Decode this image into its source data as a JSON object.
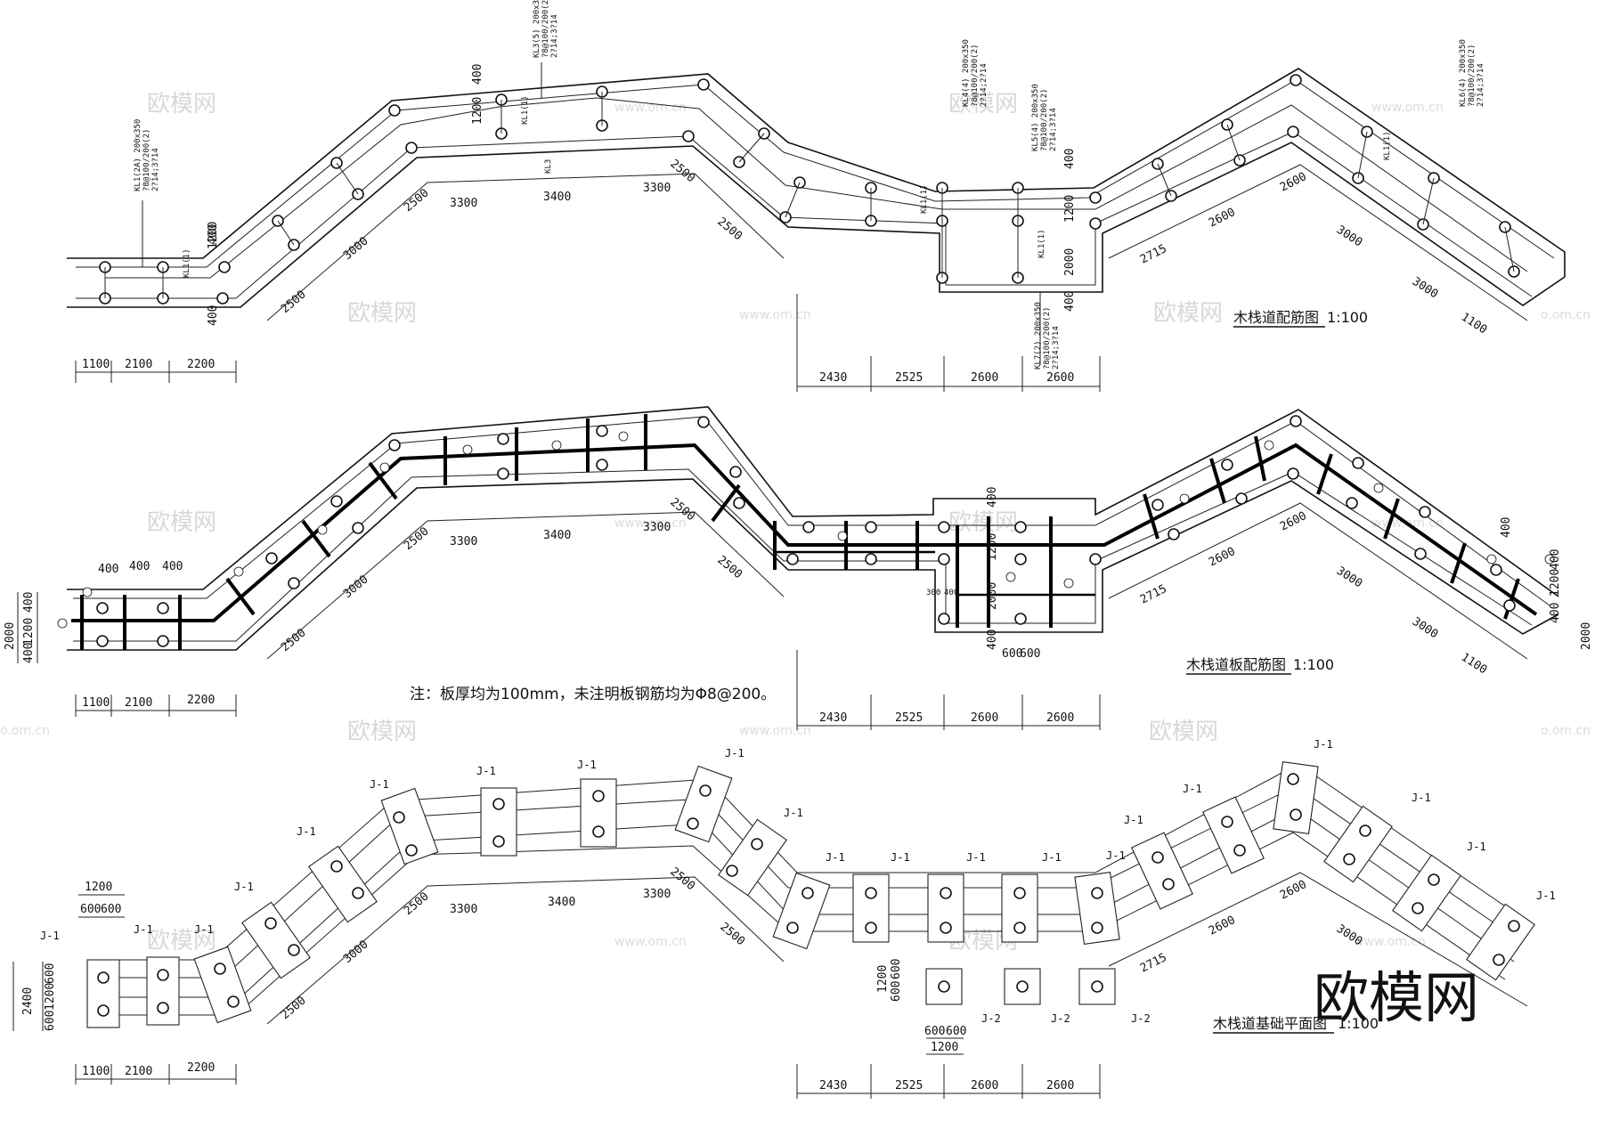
{
  "titles": {
    "beam_plan": "木栈道配筋图",
    "slab_plan": "木栈道板配筋图",
    "foundation_plan": "木栈道基础平面图",
    "scale": "1:100"
  },
  "note": "注：板厚均为100mm，未注明板钢筋均为Φ8@200。",
  "watermarks": {
    "brand": "欧模网",
    "url": "www.om.cn",
    "url_short": "o.om.cn",
    "big": "欧模网"
  },
  "beam_plan": {
    "bottom_dims_left": [
      "1100",
      "2100",
      "2200"
    ],
    "bottom_dims_mid": [
      "2430",
      "2525",
      "2600",
      "2600"
    ],
    "diagonal_dims": [
      "2500",
      "3000",
      "2500",
      "3300",
      "3400",
      "3300",
      "2500",
      "2500",
      "2715",
      "2600",
      "2600",
      "3000",
      "3000",
      "1100"
    ],
    "width_dims": [
      "400",
      "1200",
      "400",
      "2000"
    ],
    "beam_labels": [
      {
        "id": "b1",
        "lines": [
          "KL1(2A) 200x350",
          "?8@100/200(2)",
          "2?14;3?14"
        ]
      },
      {
        "id": "b2",
        "lines": [
          "KL3(5) 200x350",
          "?8@100/200(2)",
          "2?14;3?14"
        ]
      },
      {
        "id": "b3",
        "lines": [
          "KL4(4) 200x350",
          "?8@100/200(2)",
          "2?14;2?14"
        ]
      },
      {
        "id": "b4",
        "lines": [
          "KL5(4) 200x350",
          "?8@100/200(2)",
          "2?14;3?14"
        ]
      },
      {
        "id": "b5",
        "lines": [
          "KL7(2) 200x350",
          "?8@100/200(2)",
          "2?14;3?14"
        ]
      },
      {
        "id": "b6",
        "lines": [
          "KL6(4) 200x350",
          "?8@100/200(2)",
          "2?14;3?14"
        ]
      }
    ],
    "mid_labels": [
      "KL3",
      "KL1(1)",
      "KL1(1)",
      "KL1(1)",
      "KL1(1)",
      "KL1(1)"
    ]
  },
  "slab_plan": {
    "bottom_dims_left": [
      "1100",
      "2100",
      "2200"
    ],
    "bottom_dims_mid": [
      "2430",
      "2525",
      "2600",
      "2600"
    ],
    "left_dims": [
      "400",
      "1200",
      "400",
      "2000"
    ],
    "top_left_dims": [
      "400",
      "400",
      "400"
    ],
    "mid_dims": [
      "300",
      "400",
      "600",
      "600",
      "400",
      "1200",
      "2000",
      "400"
    ],
    "right_dims": [
      "400",
      "1200",
      "400",
      "2000",
      "400"
    ],
    "diagonal_dims": [
      "2500",
      "3000",
      "2500",
      "3300",
      "3400",
      "3300",
      "2500",
      "2500",
      "2715",
      "2600",
      "2600",
      "3000",
      "3000",
      "1100"
    ]
  },
  "foundation_plan": {
    "pad_label": "J-1",
    "pad_label_2": "J-2",
    "left_dims": [
      "1200",
      "600",
      "600",
      "600",
      "1200",
      "600",
      "2400"
    ],
    "mid_dims": [
      "1200",
      "600",
      "600",
      "600",
      "600",
      "1200"
    ],
    "bottom_dims_left": [
      "1100",
      "2100",
      "2200"
    ],
    "bottom_dims_mid": [
      "2430",
      "2525",
      "2600",
      "2600"
    ],
    "diagonal_dims": [
      "2500",
      "3000",
      "2500",
      "3300",
      "3400",
      "3300",
      "2500",
      "2500",
      "2715",
      "2600",
      "2600",
      "3000"
    ]
  }
}
